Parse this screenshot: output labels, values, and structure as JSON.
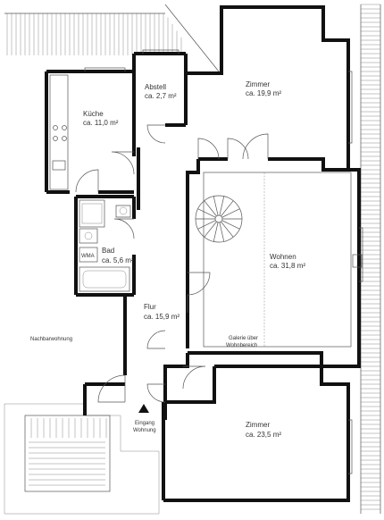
{
  "rooms": {
    "abstell": {
      "name": "Abstell",
      "area": "ca. 2,7 m²"
    },
    "kueche": {
      "name": "Küche",
      "area": "ca. 11,0 m²"
    },
    "zimmer1": {
      "name": "Zimmer",
      "area": "ca. 19,9 m²"
    },
    "bad": {
      "name": "Bad",
      "area": "ca. 5,6 m²",
      "wma": "WMA"
    },
    "wohnen": {
      "name": "Wohnen",
      "area": "ca. 31,8 m²"
    },
    "flur": {
      "name": "Flur",
      "area": "ca. 15,9 m²"
    },
    "zimmer2": {
      "name": "Zimmer",
      "area": "ca. 23,5 m²"
    }
  },
  "annotations": {
    "nachbar": "Nachbarwohnung",
    "galerie_line1": "Galerie über",
    "galerie_line2": "Wohnbereich",
    "eingang_line1": "Eingang",
    "eingang_line2": "Wohnung"
  }
}
